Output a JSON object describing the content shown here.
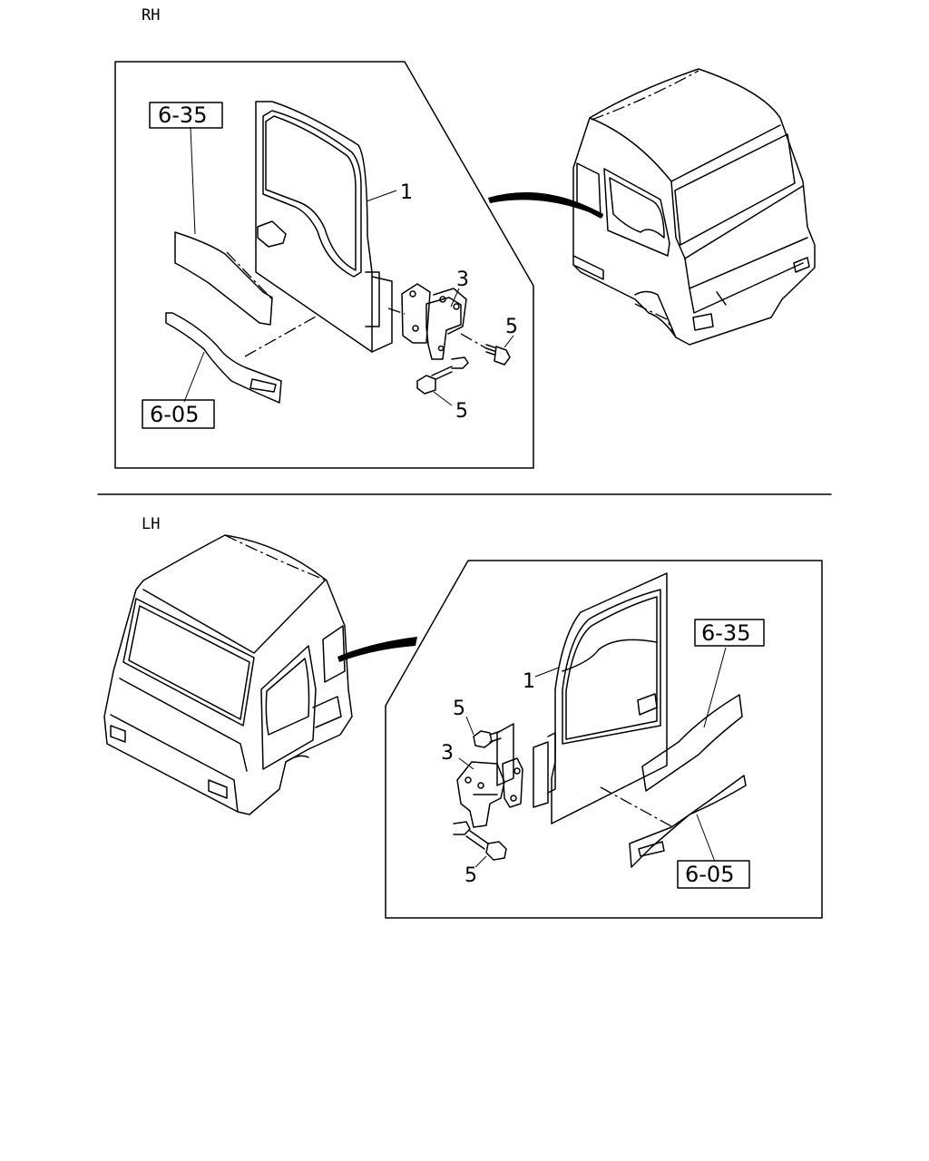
{
  "sections": {
    "rh": {
      "label": "RH",
      "callouts": {
        "door": "1",
        "hinge": "3",
        "bolt_upper": "5",
        "bolt_lower": "5",
        "ref_upper": "6-35",
        "ref_lower": "6-05"
      }
    },
    "lh": {
      "label": "LH",
      "callouts": {
        "door": "1",
        "hinge": "3",
        "bolt_upper": "5",
        "bolt_lower": "5",
        "ref_upper": "6-35",
        "ref_lower": "6-05"
      }
    }
  }
}
